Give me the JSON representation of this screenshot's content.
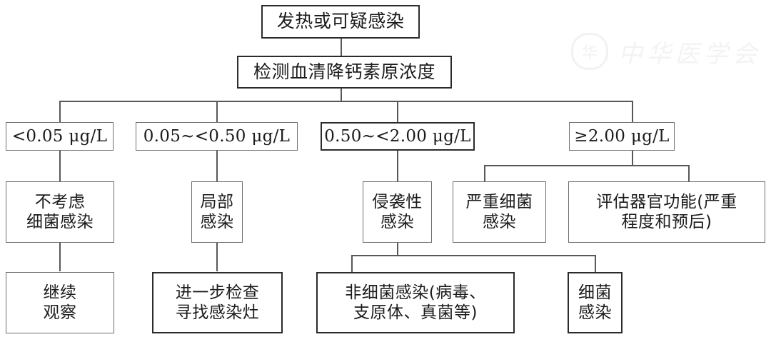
{
  "figure": {
    "kind": "clinical-decision-flowchart",
    "language": "zh-CN"
  },
  "watermark": {
    "seal_glyph": "华",
    "text": "中华医学会"
  },
  "nodes": {
    "root": {
      "label": "发热或可疑感染"
    },
    "test": {
      "label": "检测血清降钙素原浓度"
    },
    "range_1": {
      "label": "<0.05 μg/L"
    },
    "range_2": {
      "label": "0.05~<0.50 μg/L"
    },
    "range_3": {
      "label": "0.50~<2.00 μg/L"
    },
    "range_4": {
      "label": "≥2.00 μg/L"
    },
    "result_1": {
      "label": "不考虑\n细菌感染"
    },
    "result_2": {
      "label": "局部\n感染"
    },
    "result_3": {
      "label": "侵袭性\n感染"
    },
    "result_4": {
      "label": "严重细菌\n感染"
    },
    "result_5": {
      "label": "评估器官功能(严重\n程度和预后)"
    },
    "action_1": {
      "label": "继续\n观察"
    },
    "action_2": {
      "label": "进一步检查\n寻找感染灶"
    },
    "action_3": {
      "label": "非细菌感染(病毒、\n支原体、真菌等)"
    },
    "action_4": {
      "label": "细菌\n感染"
    }
  },
  "colors": {
    "box_border_light": "#6e6e6e",
    "box_border_dark": "#2b2b2b",
    "connector": "#585858",
    "text": "#1b1b1b",
    "background": "#ffffff",
    "watermark": "#f3f3f3"
  }
}
